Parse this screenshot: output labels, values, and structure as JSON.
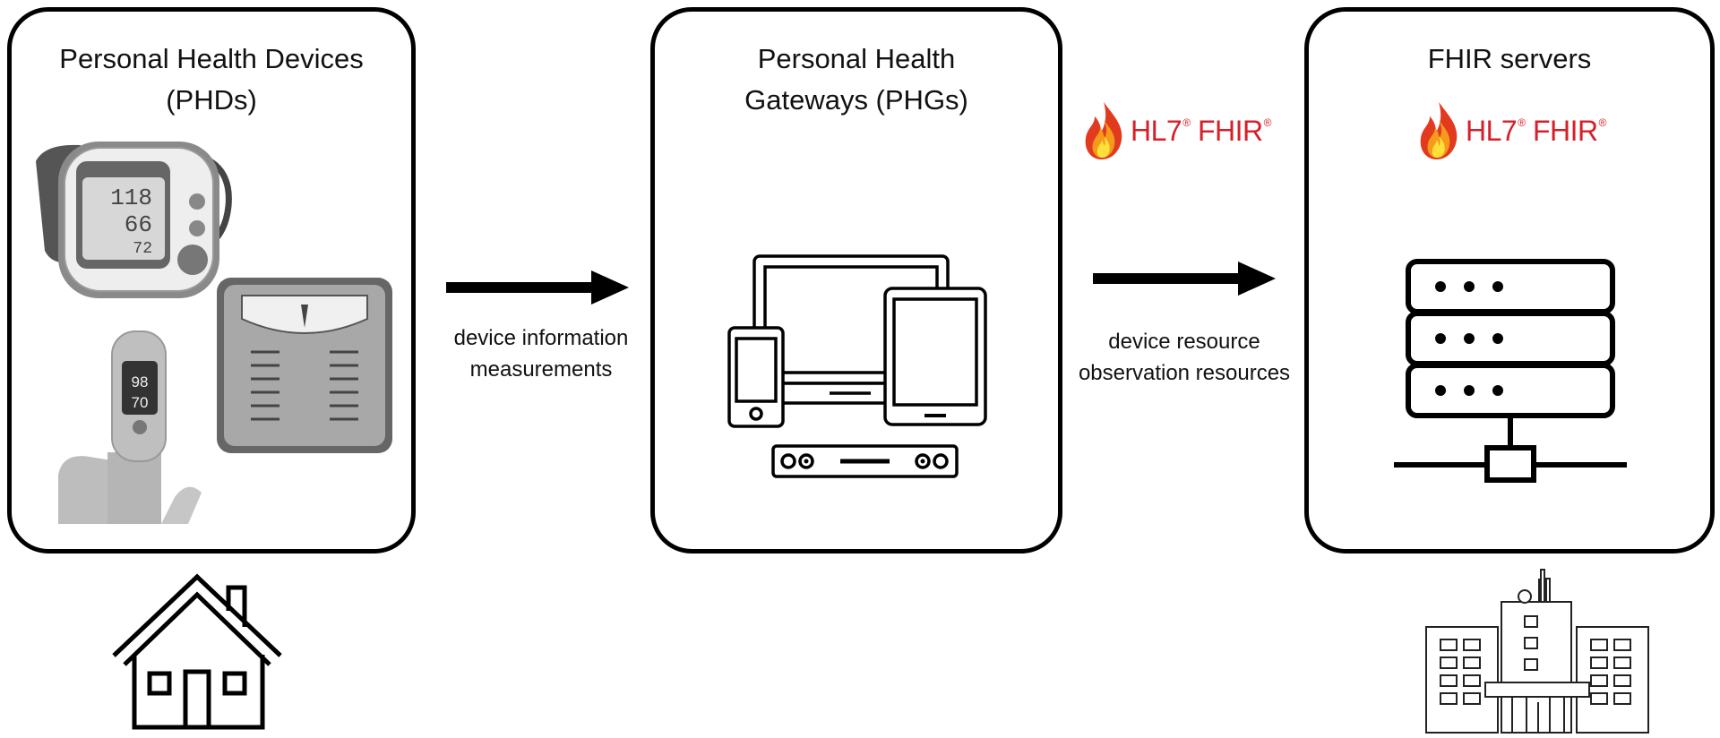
{
  "panels": {
    "phd": {
      "title_line1": "Personal Health Devices",
      "title_line2": "(PHDs)"
    },
    "phg": {
      "title_line1": "Personal Health",
      "title_line2": "Gateways (PHGs)"
    },
    "fhir": {
      "title_line1": "FHIR servers"
    }
  },
  "arrows": {
    "phd_to_phg": {
      "line1": "device information",
      "line2": "measurements"
    },
    "phg_to_fhir": {
      "line1": "device resource",
      "line2": "observation resources"
    }
  },
  "logos": {
    "text_hl7": "HL7",
    "text_fhir": "FHIR",
    "reg_mark": "®"
  },
  "device_readings": {
    "sys": "118",
    "dia": "66",
    "pulse": "72",
    "spo2": "98",
    "pr": "70"
  },
  "icons": [
    "blood-pressure-monitor-icon",
    "pulse-oximeter-icon",
    "bathroom-scale-icon",
    "house-icon",
    "laptop-icon",
    "tablet-icon",
    "phone-icon",
    "set-top-box-icon",
    "flame-icon",
    "server-rack-icon",
    "hospital-building-icon"
  ]
}
